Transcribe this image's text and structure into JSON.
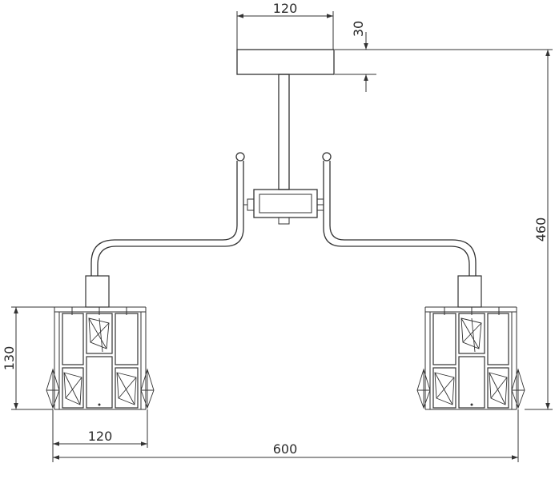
{
  "dimensions": {
    "canopy_width": "120",
    "canopy_height": "30",
    "overall_height": "460",
    "shade_height": "130",
    "shade_width": "120",
    "overall_width": "600"
  }
}
